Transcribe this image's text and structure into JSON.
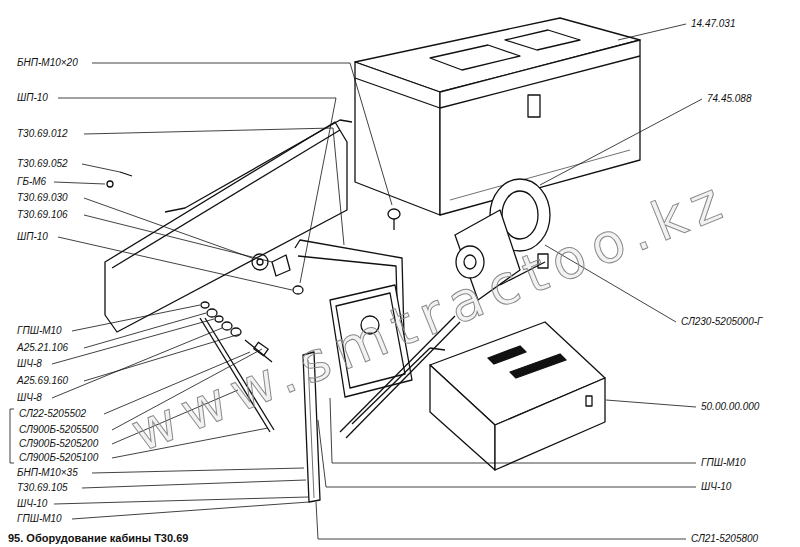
{
  "diagram": {
    "caption": "95. Оборудование кабины Т30.69",
    "labels": [
      "14.47.031",
      "БНП-М10×20",
      "ШП-10",
      "74.45.088",
      "Т30.69.012",
      "Т30.69.052",
      "ГБ-М6",
      "Т30.69.030",
      "Т30.69.106",
      "ШП-10",
      "ГПШ-М10",
      "А25.21.106",
      "ШЧ-8",
      "А25.69.160",
      "ШЧ-8",
      "СЛ22-5205502",
      "СЛ900Б-5205500",
      "СЛ900Б-5205200",
      "СЛ900Б-5205100",
      "БНП-М10×35",
      "Т30.69.105",
      "ШЧ-10",
      "ГПШ-М10",
      "СЛ230-5205000-Г",
      "50.00.00.000",
      "ГПШ-М10",
      "ШЧ-10",
      "СЛ21-5205800",
      "www.smtractoo.kz"
    ]
  }
}
